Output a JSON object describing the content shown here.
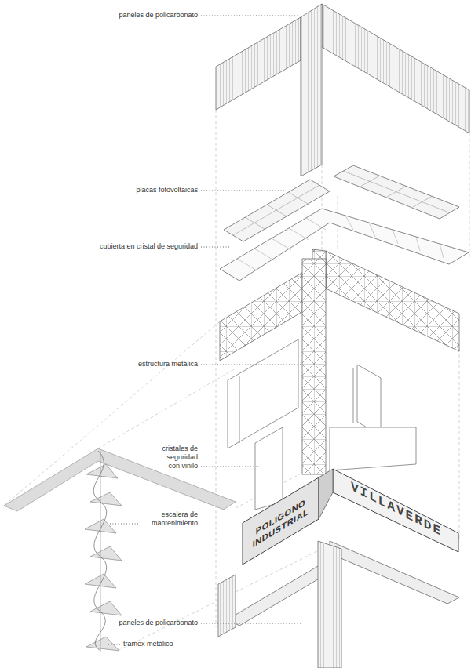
{
  "diagram": {
    "labels": [
      "paneles de policarbonato",
      "placas fotovoltaicas",
      "cubierta en cristal de seguridad",
      "estructura metálica",
      "cristales de seguridad con vinilo",
      "escalera de mantenimiento",
      "paneles de policarbonato",
      "tramex metálico",
      "POLIGONO INDUSTRIAL",
      "VILLAVERDE"
    ]
  }
}
